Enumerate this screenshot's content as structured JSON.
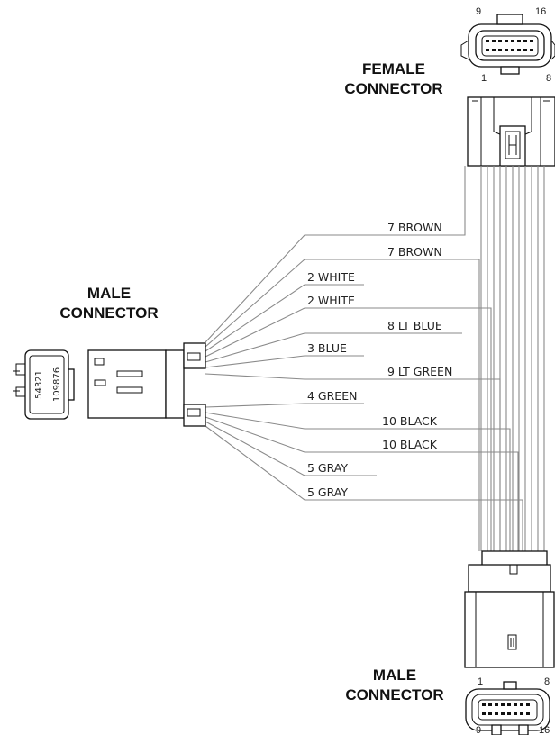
{
  "connectors": {
    "female_top": {
      "label_line1": "FEMALE",
      "label_line2": "CONNECTOR",
      "pin_tl": "9",
      "pin_tr": "16",
      "pin_bl": "1",
      "pin_br": "8"
    },
    "male_left": {
      "label_line1": "MALE",
      "label_line2": "CONNECTOR",
      "pins_top_row": "54321",
      "pins_bottom_row": "109876"
    },
    "male_bottom": {
      "label_line1": "MALE",
      "label_line2": "CONNECTOR",
      "pin_tl": "1",
      "pin_tr": "8",
      "pin_bl": "9",
      "pin_br": "16"
    }
  },
  "wires": [
    {
      "label": "7 BROWN"
    },
    {
      "label": "7 BROWN"
    },
    {
      "label": "2 WHITE"
    },
    {
      "label": "2 WHITE"
    },
    {
      "label": "8 LT BLUE"
    },
    {
      "label": "3 BLUE"
    },
    {
      "label": "9 LT GREEN"
    },
    {
      "label": "4 GREEN"
    },
    {
      "label": "10 BLACK"
    },
    {
      "label": "10 BLACK"
    },
    {
      "label": "5 GRAY"
    },
    {
      "label": "5 GRAY"
    }
  ]
}
